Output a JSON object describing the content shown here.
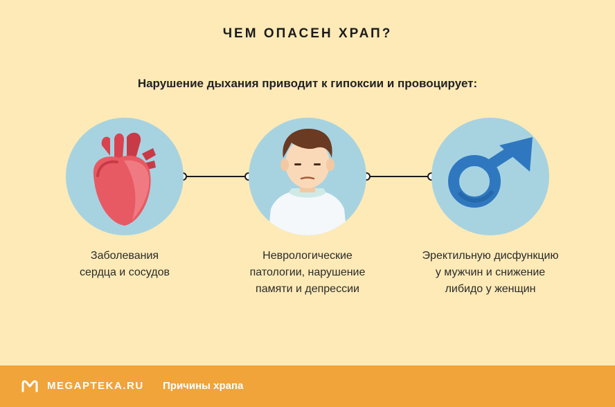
{
  "header": {
    "title": "ЧЕМ ОПАСЕН ХРАП?",
    "subtitle": "Нарушение дыхания приводит к гипоксии и провоцирует:"
  },
  "items": [
    {
      "icon": "heart-icon",
      "lines": [
        "Заболевания",
        "сердца и сосудов"
      ]
    },
    {
      "icon": "person-icon",
      "lines": [
        "Неврологические",
        "патологии, нарушение",
        "памяти и депрессии"
      ]
    },
    {
      "icon": "male-symbol-icon",
      "lines": [
        "Эректильную дисфункцию",
        "у мужчин и снижение",
        "либидо у женщин"
      ]
    }
  ],
  "footer": {
    "brand": "MEGAPTEKA.RU",
    "link": "Причины храпа"
  },
  "colors": {
    "background": "#fdeab7",
    "circle": "#a7d3e1",
    "footer": "#f0a43a",
    "heart": "#e85a63",
    "symbol": "#2f78c0"
  }
}
